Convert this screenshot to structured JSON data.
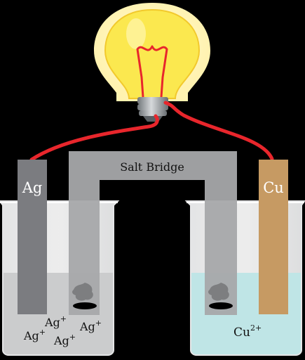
{
  "labels": {
    "salt_bridge": "Salt Bridge",
    "left_electrode": "Ag",
    "right_electrode": "Cu",
    "left_ions": [
      {
        "base": "Ag",
        "charge": "+"
      },
      {
        "base": "Ag",
        "charge": "+"
      },
      {
        "base": "Ag",
        "charge": "+"
      },
      {
        "base": "Ag",
        "charge": "+"
      }
    ],
    "right_ion": {
      "base": "Cu",
      "charge": "2+"
    }
  },
  "colors": {
    "background": "#000000",
    "wire": "#e8262c",
    "salt_bridge": "#a7a8aa",
    "silver_electrode": "#7b7c80",
    "copper_electrode": "#c69a63",
    "left_solution": "#cbcccd",
    "right_solution": "#bfe5e6",
    "bulb_glass": "#fbe84f",
    "bulb_base": "#9ea3a7"
  }
}
